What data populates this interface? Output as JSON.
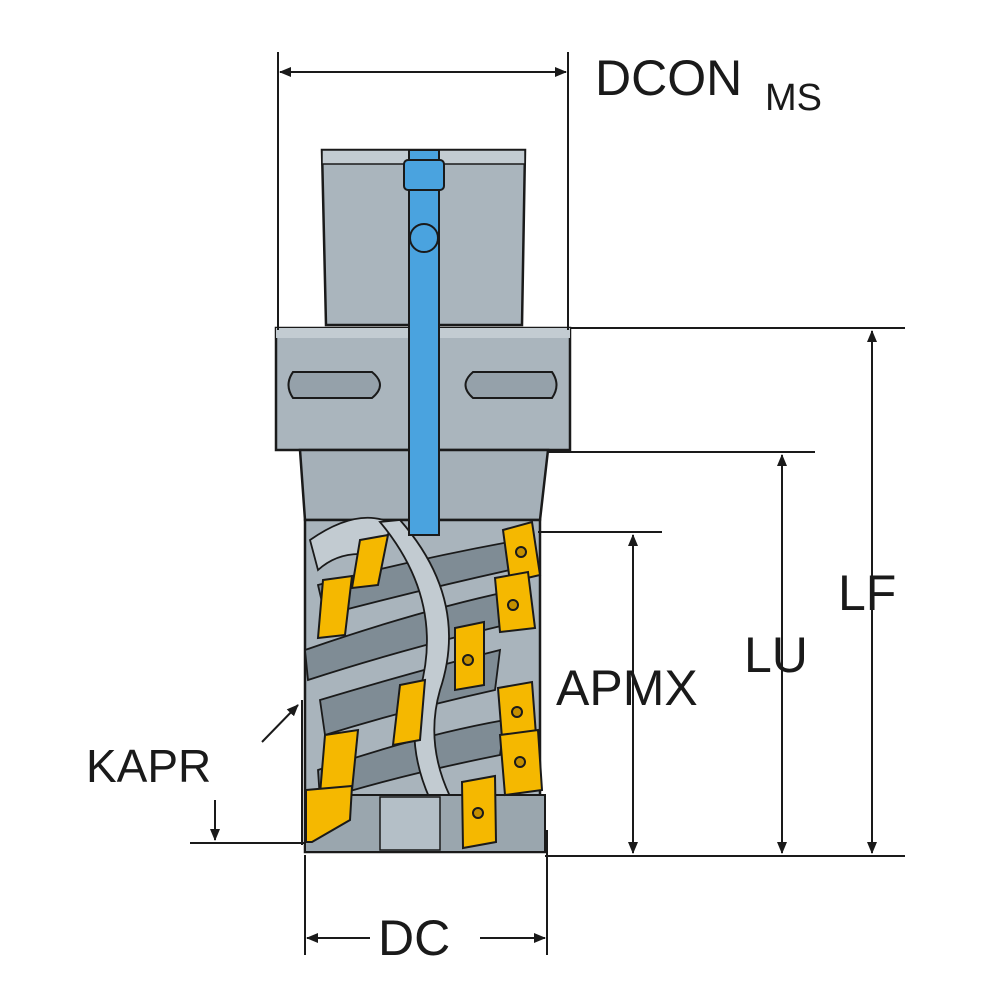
{
  "diagram": {
    "labels": {
      "dcon": "DCON",
      "dcon_sub": "MS",
      "lf": "LF",
      "lu": "LU",
      "apmx": "APMX",
      "kapr": "KAPR",
      "dc": "DC"
    },
    "colors": {
      "line": "#1a1a1a",
      "steel_light": "#b4bfc7",
      "steel_mid": "#9aa6ae",
      "steel_dark": "#6f7c85",
      "coolant": "#4aa3df",
      "insert": "#f5b800",
      "insert_dark": "#c48f00"
    }
  }
}
